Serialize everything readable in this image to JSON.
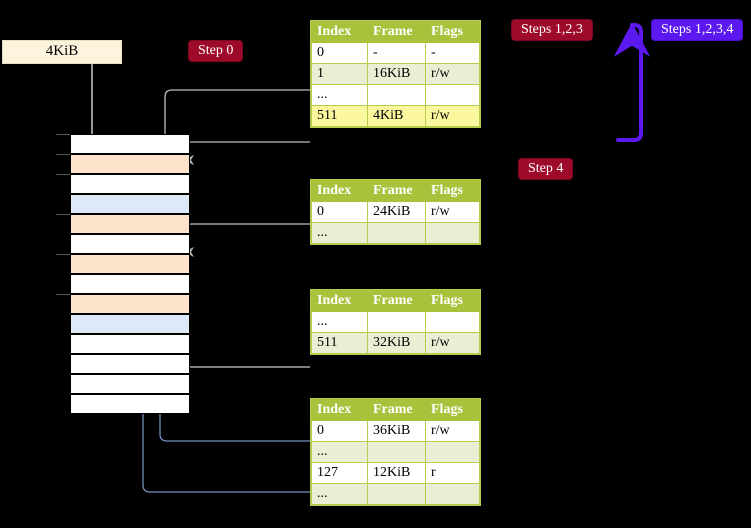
{
  "diagram": {
    "title_labels": {
      "step0": "Step 0",
      "step4": "Step 4",
      "steps123": "Steps 1,2,3",
      "steps1234": "Steps 1,2,3,4"
    },
    "source_box": {
      "label": "4KiB"
    },
    "colors": {
      "badge_red": "#9e0b2a",
      "badge_blue": "#5b18ef",
      "table_header": "#a9c23c",
      "table_alt_row": "#e9eed4",
      "highlight": "#fbf79e",
      "mem_orange": "#fde3cc",
      "mem_blue": "#dce9f7",
      "source_box": "#fdf4dd",
      "gray_arrow": "#b6b6b6",
      "blue_arrow": "#5b7fb0"
    },
    "columns": [
      "Index",
      "Frame",
      "Flags"
    ],
    "tables": [
      {
        "name": "pml4-table",
        "rows": [
          {
            "index": "0",
            "frame": "-",
            "flags": "-",
            "alt": false,
            "highlight": false
          },
          {
            "index": "1",
            "frame": "16KiB",
            "flags": "r/w",
            "alt": true,
            "highlight": false
          },
          {
            "index": "...",
            "frame": "",
            "flags": "",
            "alt": false,
            "highlight": false
          },
          {
            "index": "511",
            "frame": "4KiB",
            "flags": "r/w",
            "alt": true,
            "highlight": true
          }
        ]
      },
      {
        "name": "pdpt-table",
        "rows": [
          {
            "index": "0",
            "frame": "24KiB",
            "flags": "r/w",
            "alt": false,
            "highlight": false
          },
          {
            "index": "...",
            "frame": "",
            "flags": "",
            "alt": true,
            "highlight": false
          }
        ]
      },
      {
        "name": "pd-table",
        "rows": [
          {
            "index": "...",
            "frame": "",
            "flags": "",
            "alt": false,
            "highlight": false
          },
          {
            "index": "511",
            "frame": "32KiB",
            "flags": "r/w",
            "alt": true,
            "highlight": false
          }
        ]
      },
      {
        "name": "pt-table",
        "rows": [
          {
            "index": "0",
            "frame": "36KiB",
            "flags": "r/w",
            "alt": false,
            "highlight": false
          },
          {
            "index": "...",
            "frame": "",
            "flags": "",
            "alt": true,
            "highlight": false
          },
          {
            "index": "127",
            "frame": "12KiB",
            "flags": "r",
            "alt": false,
            "highlight": false
          },
          {
            "index": "...",
            "frame": "",
            "flags": "",
            "alt": true,
            "highlight": false
          }
        ]
      }
    ],
    "memory_rows": [
      {
        "fill": "white",
        "tick": true
      },
      {
        "fill": "orange",
        "tick": true
      },
      {
        "fill": "white",
        "tick": true
      },
      {
        "fill": "blue",
        "tick": false
      },
      {
        "fill": "orange",
        "tick": true
      },
      {
        "fill": "white",
        "tick": false
      },
      {
        "fill": "orange",
        "tick": true
      },
      {
        "fill": "white",
        "tick": false
      },
      {
        "fill": "orange",
        "tick": true
      },
      {
        "fill": "blue",
        "tick": false
      },
      {
        "fill": "white",
        "tick": false
      },
      {
        "fill": "white",
        "tick": false
      },
      {
        "fill": "white",
        "tick": false
      },
      {
        "fill": "white",
        "tick": false
      }
    ]
  }
}
